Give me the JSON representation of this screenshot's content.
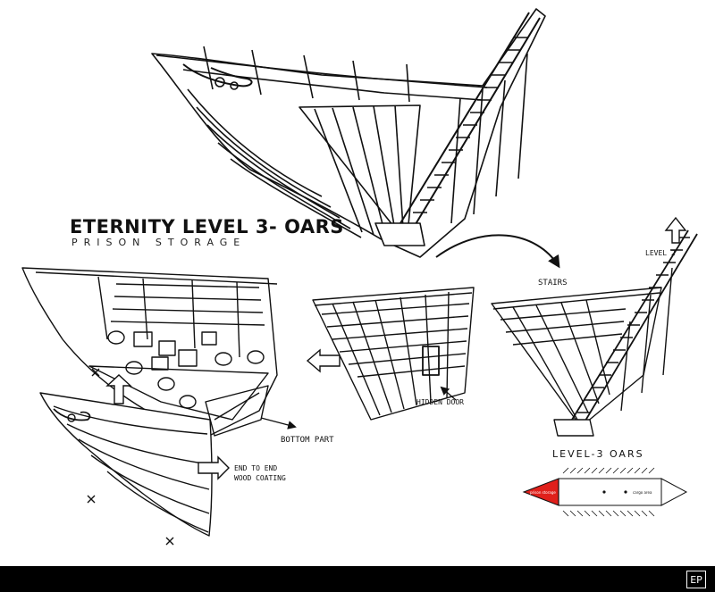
{
  "sheet": {
    "title": "ETERNITY LEVEL 3- OARS",
    "subtitle": "PRISON STORAGE"
  },
  "annotations": {
    "stairs": "STAIRS",
    "level2": "LEVEL 2",
    "hidden_door": "HIDDEN DOOR",
    "bottom_part": "BOTTOM PART",
    "end_to_end_line1": "END TO END",
    "end_to_end_line2": "WOOD COATING"
  },
  "plan": {
    "title": "LEVEL-3 OARS",
    "left_room_label": "prison storage",
    "right_room_label": "cargo area",
    "accent_color": "#e0201b"
  },
  "footer": {
    "logo_text": "EP"
  },
  "colors": {
    "ink": "#111111",
    "paper": "#ffffff",
    "footer_bar": "#000000"
  }
}
